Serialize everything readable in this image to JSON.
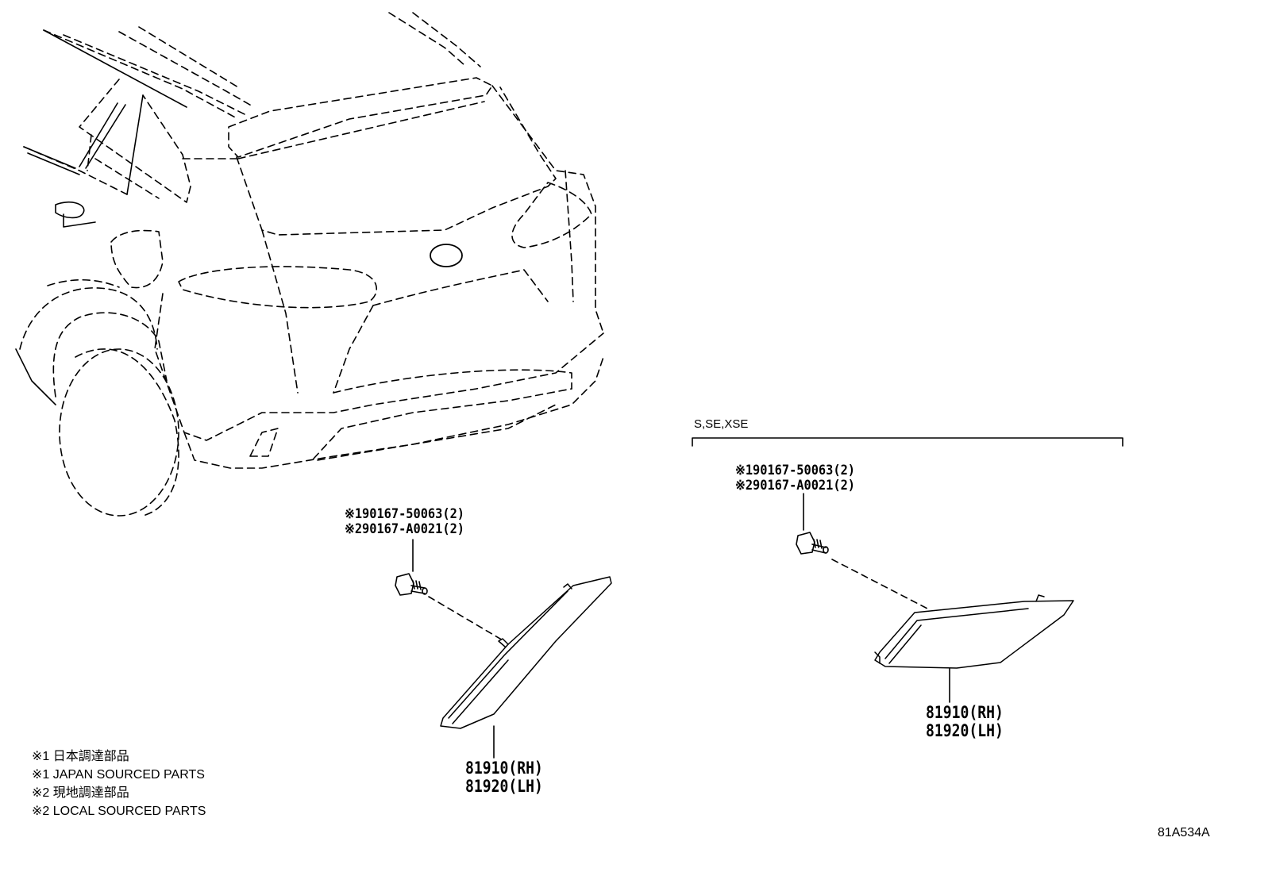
{
  "diagram": {
    "variant_label": "S,SE,XSE",
    "left_callout": {
      "fastener_1": "※190167-50063(2)",
      "fastener_2": "※290167-A0021(2)",
      "part_rh": "81910(RH)",
      "part_lh": "81920(LH)"
    },
    "right_callout": {
      "fastener_1": "※190167-50063(2)",
      "fastener_2": "※290167-A0021(2)",
      "part_rh": "81910(RH)",
      "part_lh": "81920(LH)"
    },
    "legend": [
      "※1 日本調達部品",
      "※1 JAPAN SOURCED PARTS",
      "※2 現地調達部品",
      "※2 LOCAL SOURCED PARTS"
    ],
    "illustration_code": "81A534A"
  }
}
